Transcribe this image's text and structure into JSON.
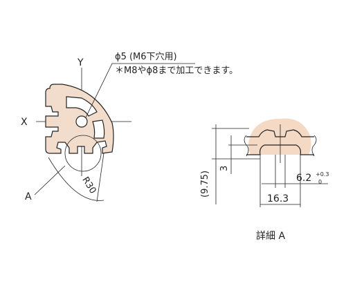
{
  "section_view": {
    "axis_x": "X",
    "axis_y": "Y",
    "hole_note": "ϕ5 (M6下穴用)",
    "tap_note": "＊M8やϕ8まで加工できます。",
    "radius_label": "R30",
    "detail_marker": "A"
  },
  "detail_view": {
    "height_total": "(9.75)",
    "depth_label": "3",
    "slot_width": "6.2",
    "tol_upper": "+0.3",
    "tol_lower": "0",
    "width_label": "16.3",
    "title": "詳細 A"
  },
  "colors": {
    "profile_fill": "#f2dccb",
    "highlight": "#f4d9c4",
    "line": "#222222"
  }
}
